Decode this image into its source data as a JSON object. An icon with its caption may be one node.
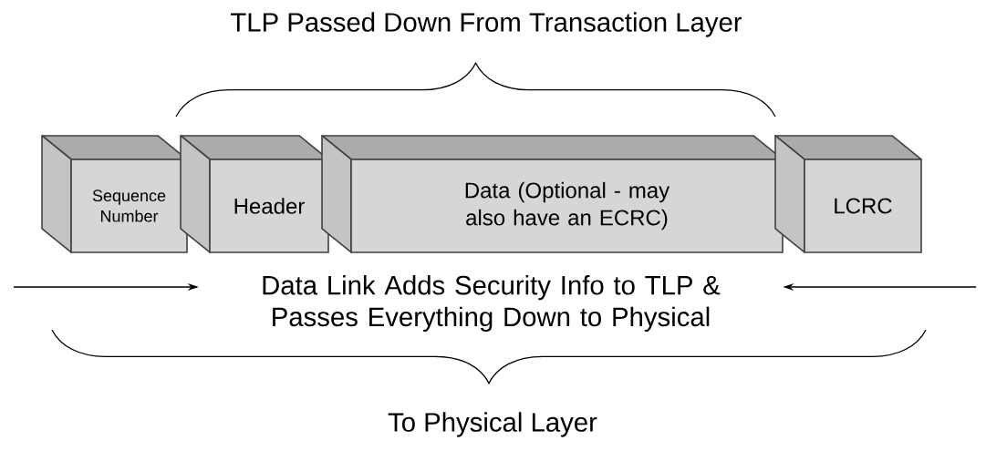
{
  "diagram": {
    "nodes": [
      {
        "text": [
          "Sequence Number"
        ]
      },
      {
        "text": [
          "Header"
        ]
      },
      {
        "text": [
          "Data  (Optional - may also have an ECRC)"
        ]
      },
      {
        "text": [
          "LCRC"
        ]
      },
      {
        "text": [
          "Data Link Adds Security Info to TLP & Passes Everything Down to Physical"
        ]
      }
    ],
    "edges": [
      {
        "from": null,
        "to": 4,
        "arrow": "to"
      },
      {
        "from": null,
        "to": 4,
        "arrow": "to"
      }
    ],
    "labels": [
      "TLP Passed Down From Transaction Layer",
      "To Physical Layer"
    ]
  }
}
